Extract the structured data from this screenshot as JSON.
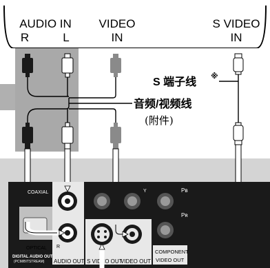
{
  "tv_panel": {
    "audio_in": {
      "title": "AUDIO IN",
      "right": "R",
      "left": "L"
    },
    "video_in": {
      "line1": "VIDEO",
      "line2": "IN"
    },
    "s_video_in": {
      "line1": "S VIDEO",
      "line2": "IN"
    }
  },
  "callouts": {
    "s_cable": "S 端子线",
    "s_cable_mark": "※",
    "av_cable": "音频/视频线",
    "accessory": "(附件)"
  },
  "player_panel": {
    "coaxial": "COAXIAL",
    "optical": "OPTICAL",
    "digital_audio_out_line1": "DIGITAL AUDIO OUT",
    "digital_audio_out_line2": "(PCM/BITSTREAM)",
    "r_mark": "R",
    "audio_out": "AUDIO OUT",
    "s_video_out": "S VIDEO OUT",
    "video_out": "VIDEO OUT",
    "component_line1": "COMPONENT",
    "component_line2": "VIDEO OUT",
    "pb": "Pʙ",
    "pr": "Pʀ",
    "y": "Y"
  },
  "colors": {
    "panel_gray": "#c8c8c8",
    "highlight_gray": "#a9a9a9",
    "device_black": "#1a1a1a",
    "connector_gray": "#8a8a8a",
    "cable": "#000000"
  }
}
